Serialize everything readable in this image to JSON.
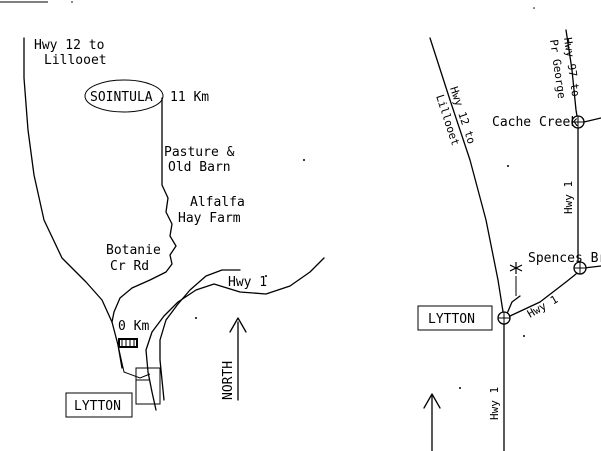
{
  "left_map": {
    "hwy12_line1": "Hwy 12 to",
    "hwy12_line2": "Lillooet",
    "sointula": "SOINTULA",
    "sointula_distance": "11 Km",
    "pasture_line1": "Pasture &",
    "pasture_line2": "Old Barn",
    "alfalfa_line1": "Alfalfa",
    "alfalfa_line2": "Hay Farm",
    "botanie_line1": "Botanie",
    "botanie_line2": "Cr Rd",
    "zero_km": "0 Km",
    "hwy1": "Hwy 1",
    "north": "NORTH",
    "lytton": "LYTTON"
  },
  "right_map": {
    "hwy12_to": "Hwy 12 to",
    "lillooet": "Lillooet",
    "hwy97_to": "Hwy 97 to",
    "pr_george": "Pr George",
    "cache_creek": "Cache Creek",
    "hwy1_north": "Hwy 1",
    "spences_bridge": "Spences Br",
    "hwy1_mid": "Hwy 1",
    "lytton": "LYTTON",
    "hwy1_south": "Hwy 1"
  },
  "icons": [
    "north-arrow-icon",
    "town-circle-icon",
    "asterisk-landmark-icon",
    "railway-crossing-icon"
  ]
}
